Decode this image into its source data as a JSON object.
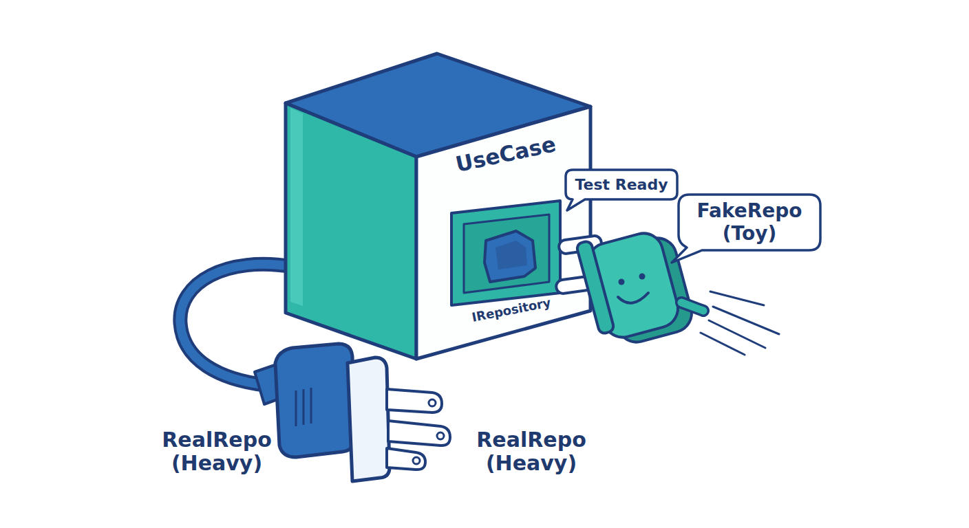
{
  "diagram": {
    "nodes": [
      {
        "text": [
          "UseCase"
        ]
      },
      {
        "text": [
          "IRepository"
        ],
        "in": 0
      },
      {
        "text": [
          "Test Ready"
        ]
      },
      {
        "text": [
          "FakeRepo (Toy)"
        ]
      }
    ],
    "labels": [
      "RealRepo (Heavy)",
      "RealRepo (Heavy)"
    ]
  }
}
